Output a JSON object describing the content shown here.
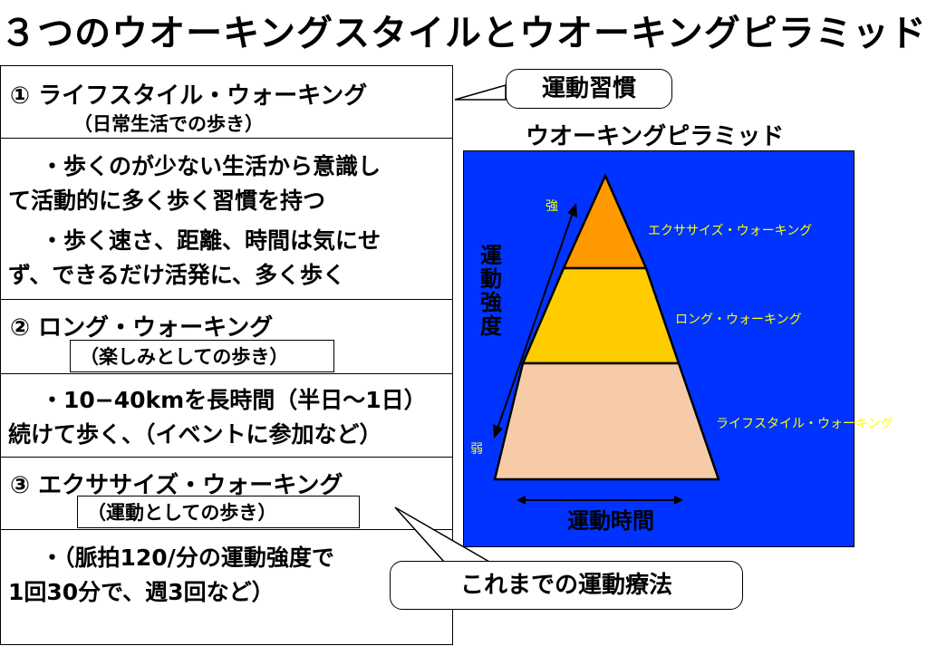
{
  "title": "３つのウオーキングスタイルとウオーキングピラミッド",
  "rows": [
    {
      "heading": "①  ライフスタイル・ウォーキング",
      "sub": "（日常生活での歩き）",
      "desc": [
        "・歩くのが少ない生活から意識し",
        "て活動的に多く歩く習慣を持つ",
        "・歩く速さ、距離、時間は気にせ",
        "ず、できるだけ活発に、多く歩く"
      ]
    },
    {
      "heading": "②  ロング・ウォーキング",
      "sub": "（楽しみとしての歩き）",
      "desc": [
        "・10−40kmを長時間（半日〜1日）",
        "続けて歩く、（イベントに参加など）"
      ]
    },
    {
      "heading": "③  エクササイズ・ウォーキング",
      "sub": "（運動としての歩き）",
      "desc": [
        "・（脈拍120/分の運動強度で",
        "1回30分で、週3回など）"
      ]
    }
  ],
  "callouts": {
    "habit": "運動習慣",
    "therapy": "これまでの運動療法"
  },
  "pyramid": {
    "title": "ウオーキングピラミッド",
    "y_axis": "運動強度",
    "strong": "強",
    "weak": "弱",
    "x_axis": "運動時間",
    "levels": [
      {
        "label": "エクササイズ・ウォーキング",
        "color": "#ff9900"
      },
      {
        "label": "ロング・ウォーキング",
        "color": "#ffcc00"
      },
      {
        "label": "ライフスタイル・ウォーキング",
        "color": "#f8cba8"
      }
    ]
  }
}
